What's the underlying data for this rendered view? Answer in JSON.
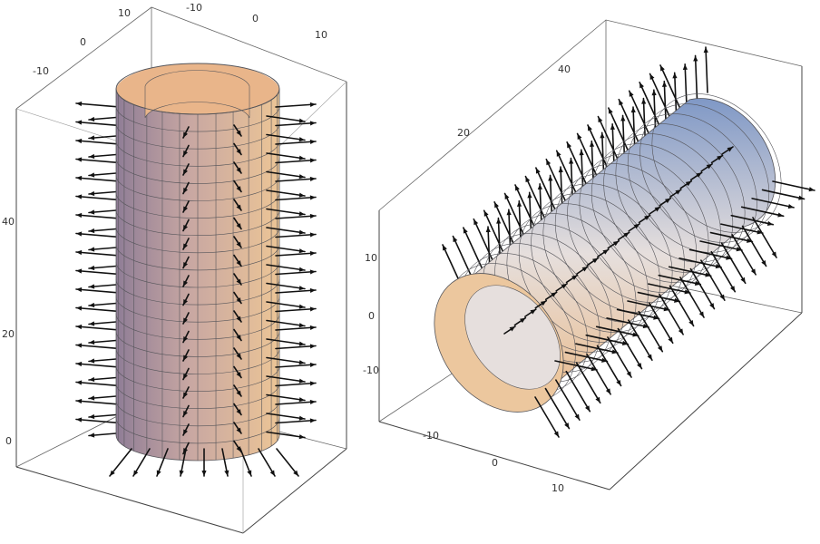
{
  "figures": [
    {
      "id": "vertical-cylinder",
      "palette": {
        "left": "#8f7d96",
        "mid": "#c8a7a2",
        "right": "#ecc596",
        "inner": "#e9b58a"
      },
      "ticks": {
        "top_a": [
          "10",
          "0",
          "-10"
        ],
        "top_b": [
          "-10",
          "0",
          "10"
        ],
        "vertical": [
          "40",
          "20",
          "0"
        ]
      }
    },
    {
      "id": "horizontal-cylinder",
      "palette": {
        "top": "#7f98c6",
        "mid": "#e6dfdd",
        "bottom": "#eab987",
        "inner": "#ecc79e"
      },
      "ticks": {
        "vertical_a": [
          "40",
          "20"
        ],
        "vertical_b": [
          "10",
          "0",
          "-10"
        ],
        "bottom": [
          "-10",
          "0",
          "10"
        ]
      }
    }
  ],
  "icons": [
    "normal-vector-arrow"
  ]
}
